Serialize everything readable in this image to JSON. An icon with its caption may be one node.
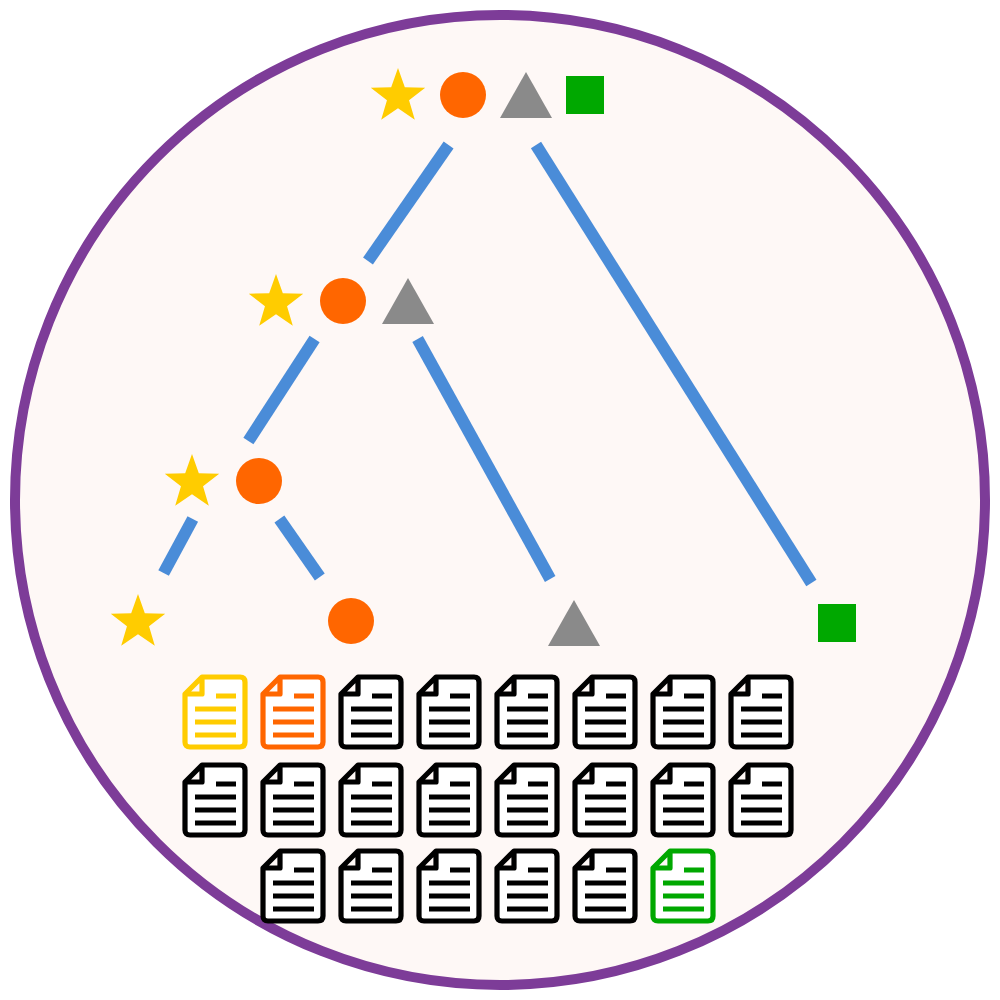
{
  "diagram": {
    "nodes": [
      {
        "text": [],
        "shape": "picture"
      },
      {
        "text": [],
        "shape": "picture"
      },
      {
        "text": [],
        "shape": "picture"
      },
      {
        "text": [],
        "shape": "star"
      },
      {
        "text": [],
        "shape": "circle"
      },
      {
        "text": [],
        "shape": "triangle"
      },
      {
        "text": [],
        "shape": "square"
      }
    ],
    "edges": [
      {
        "from": 0,
        "to": 1,
        "arrow": "none"
      },
      {
        "from": 0,
        "to": 6,
        "arrow": "none"
      },
      {
        "from": 1,
        "to": 2,
        "arrow": "none"
      },
      {
        "from": 1,
        "to": 5,
        "arrow": "none"
      },
      {
        "from": 2,
        "to": 3,
        "arrow": "none"
      },
      {
        "from": 2,
        "to": 4,
        "arrow": "none"
      }
    ]
  }
}
